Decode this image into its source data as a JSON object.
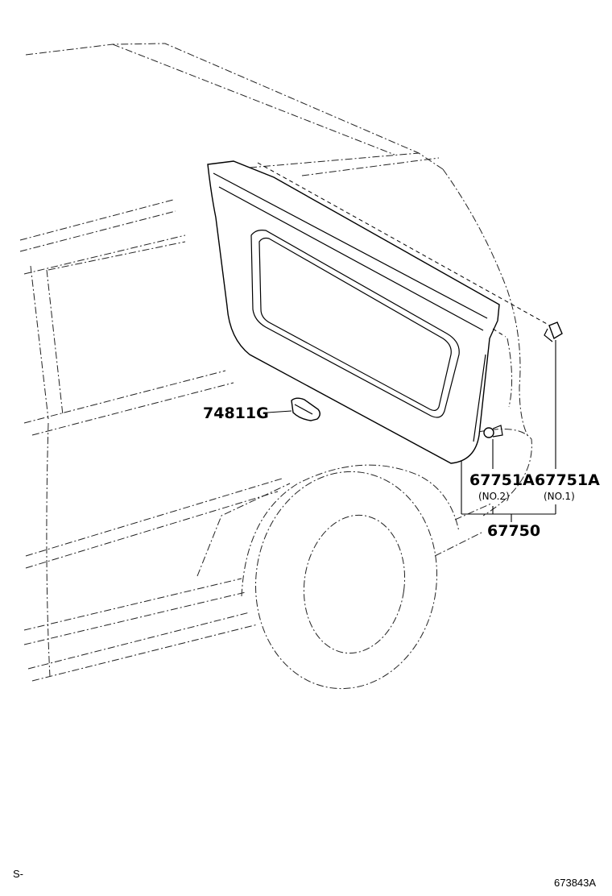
{
  "parts": {
    "p74811g": {
      "number": "74811G"
    },
    "p67751a_no2": {
      "number": "67751A",
      "sub": "(NO.2)"
    },
    "p67751a_no1": {
      "number": "67751A",
      "sub": "(NO.1)"
    },
    "p67750": {
      "number": "67750"
    }
  },
  "corner": {
    "left": "S-",
    "right": "673843A"
  }
}
